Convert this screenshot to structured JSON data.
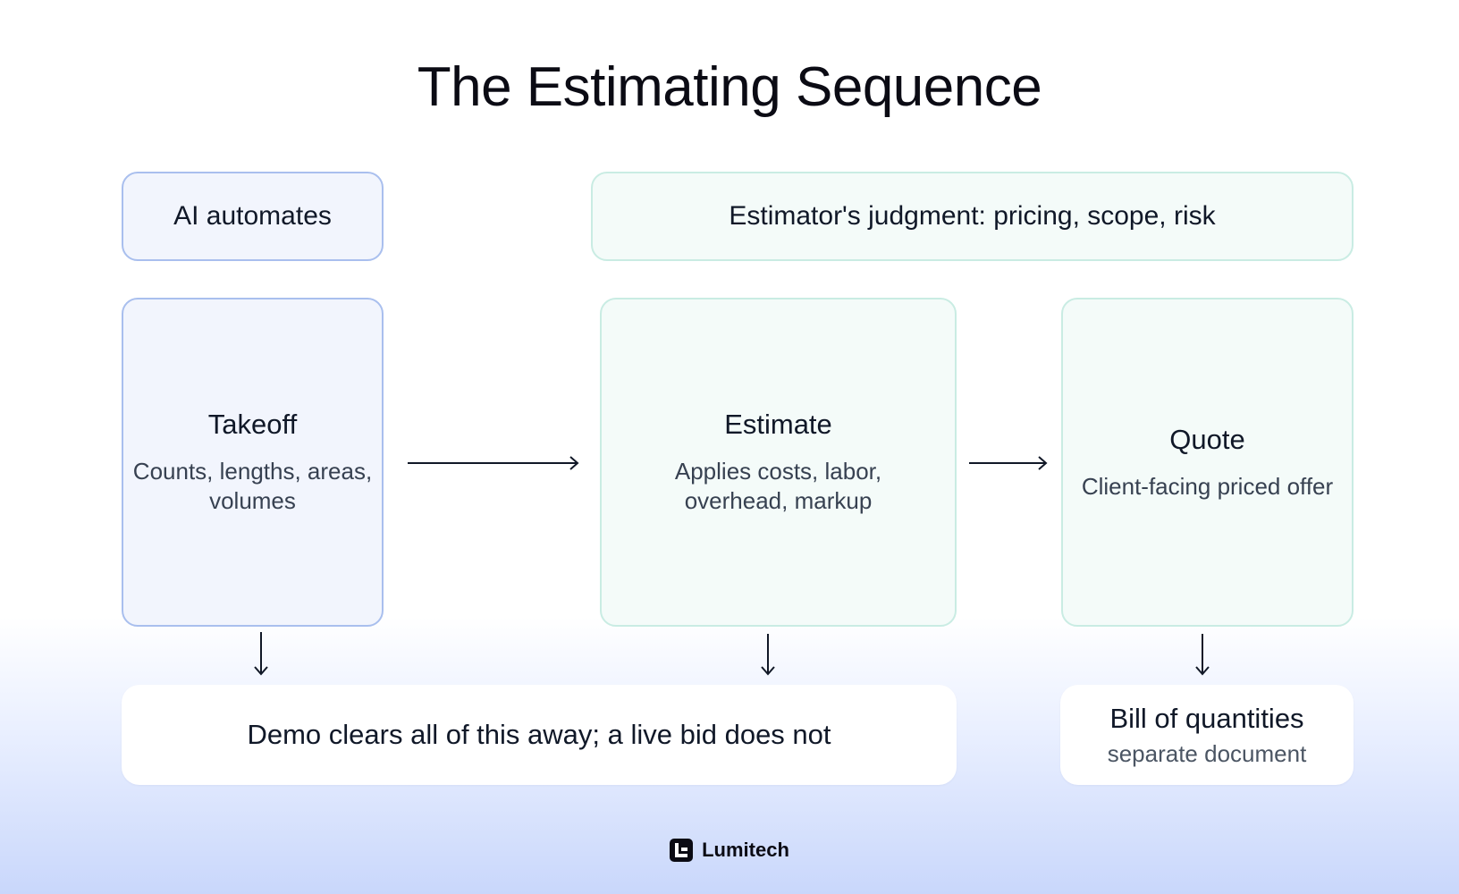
{
  "title": "The Estimating Sequence",
  "groups": {
    "ai": "AI automates",
    "estimator": "Estimator's judgment: pricing, scope, risk"
  },
  "stages": [
    {
      "title": "Takeoff",
      "desc": "Counts, lengths, areas, volumes"
    },
    {
      "title": "Estimate",
      "desc": "Applies costs, labor, overhead, markup"
    },
    {
      "title": "Quote",
      "desc": "Client-facing priced offer"
    }
  ],
  "notes": {
    "demo": "Demo clears all of this away; a live bid does not",
    "boq_title": "Bill of quantities",
    "boq_sub": "separate document"
  },
  "brand": {
    "name": "Lumitech",
    "icon": "lumitech-logo-icon"
  },
  "colors": {
    "ai_border": "#a9bfee",
    "estimator_border": "#c9ece3",
    "bottom_gradient": "#c9d7fb"
  }
}
